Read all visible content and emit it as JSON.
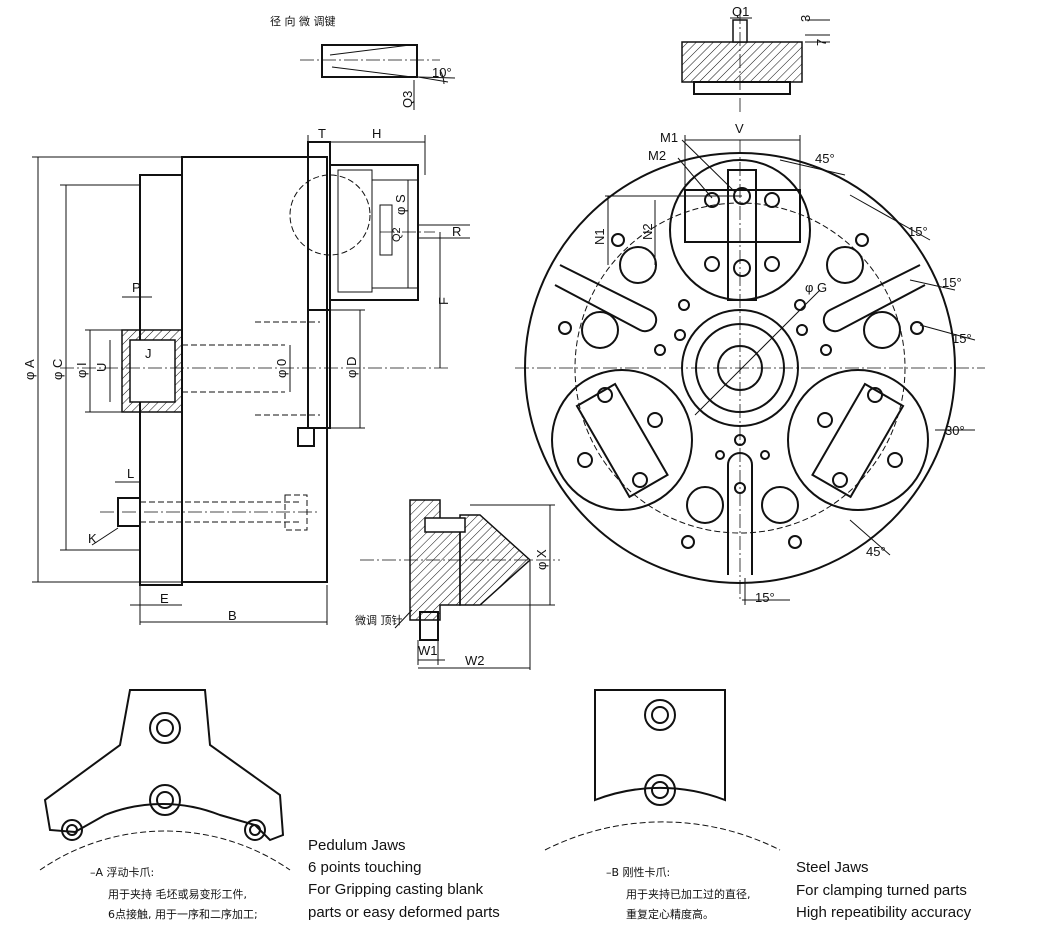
{
  "top_detail": {
    "title": "径 向 微 调键",
    "angle_label": "10°",
    "q3_label": "Q3"
  },
  "top_right_detail": {
    "q1_label": "Q1",
    "dim_3": "3",
    "dim_7": "7"
  },
  "side_view": {
    "labels": {
      "T": "T",
      "H": "H",
      "S": "φ S",
      "Q2": "Q2",
      "R": "R",
      "F": "F",
      "A": "φ A",
      "C": "φ C",
      "I": "φ I",
      "U": "U",
      "J": "J",
      "O": "φ 0",
      "D": "φ D",
      "P": "P",
      "L": "L",
      "K": "K",
      "E": "E",
      "B": "B"
    }
  },
  "face_view": {
    "labels": {
      "V": "V",
      "M1": "M1",
      "M2": "M2",
      "N1": "N1",
      "N2": "N2",
      "G": "φ G",
      "a45_top": "45°",
      "a15_1": "15°",
      "a15_2": "15°",
      "a15_3": "15°",
      "a30": "30°",
      "a45_bottom": "45°",
      "a15_bottom": "15°"
    }
  },
  "center_detail": {
    "X": "φ X",
    "W1": "W1",
    "W2": "W2",
    "note": "微调  顶针"
  },
  "jaw_a": {
    "cn_title": "–A 浮动卡爪:",
    "cn_line1": "用于夹持 毛坯或易变形工件,",
    "cn_line2": "6点接触, 用于一序和二序加工;",
    "en_line1": "Pedulum Jaws",
    "en_line2": "6 points touching",
    "en_line3": "For Gripping casting blank",
    "en_line4": "parts or easy deformed parts"
  },
  "jaw_b": {
    "cn_title": "–B 刚性卡爪:",
    "cn_line1": "用于夹持已加工过的直径,",
    "cn_line2": "重复定心精度高。",
    "en_line1": "Steel Jaws",
    "en_line2": "For clamping turned parts",
    "en_line3": "High repeatibility accuracy"
  }
}
